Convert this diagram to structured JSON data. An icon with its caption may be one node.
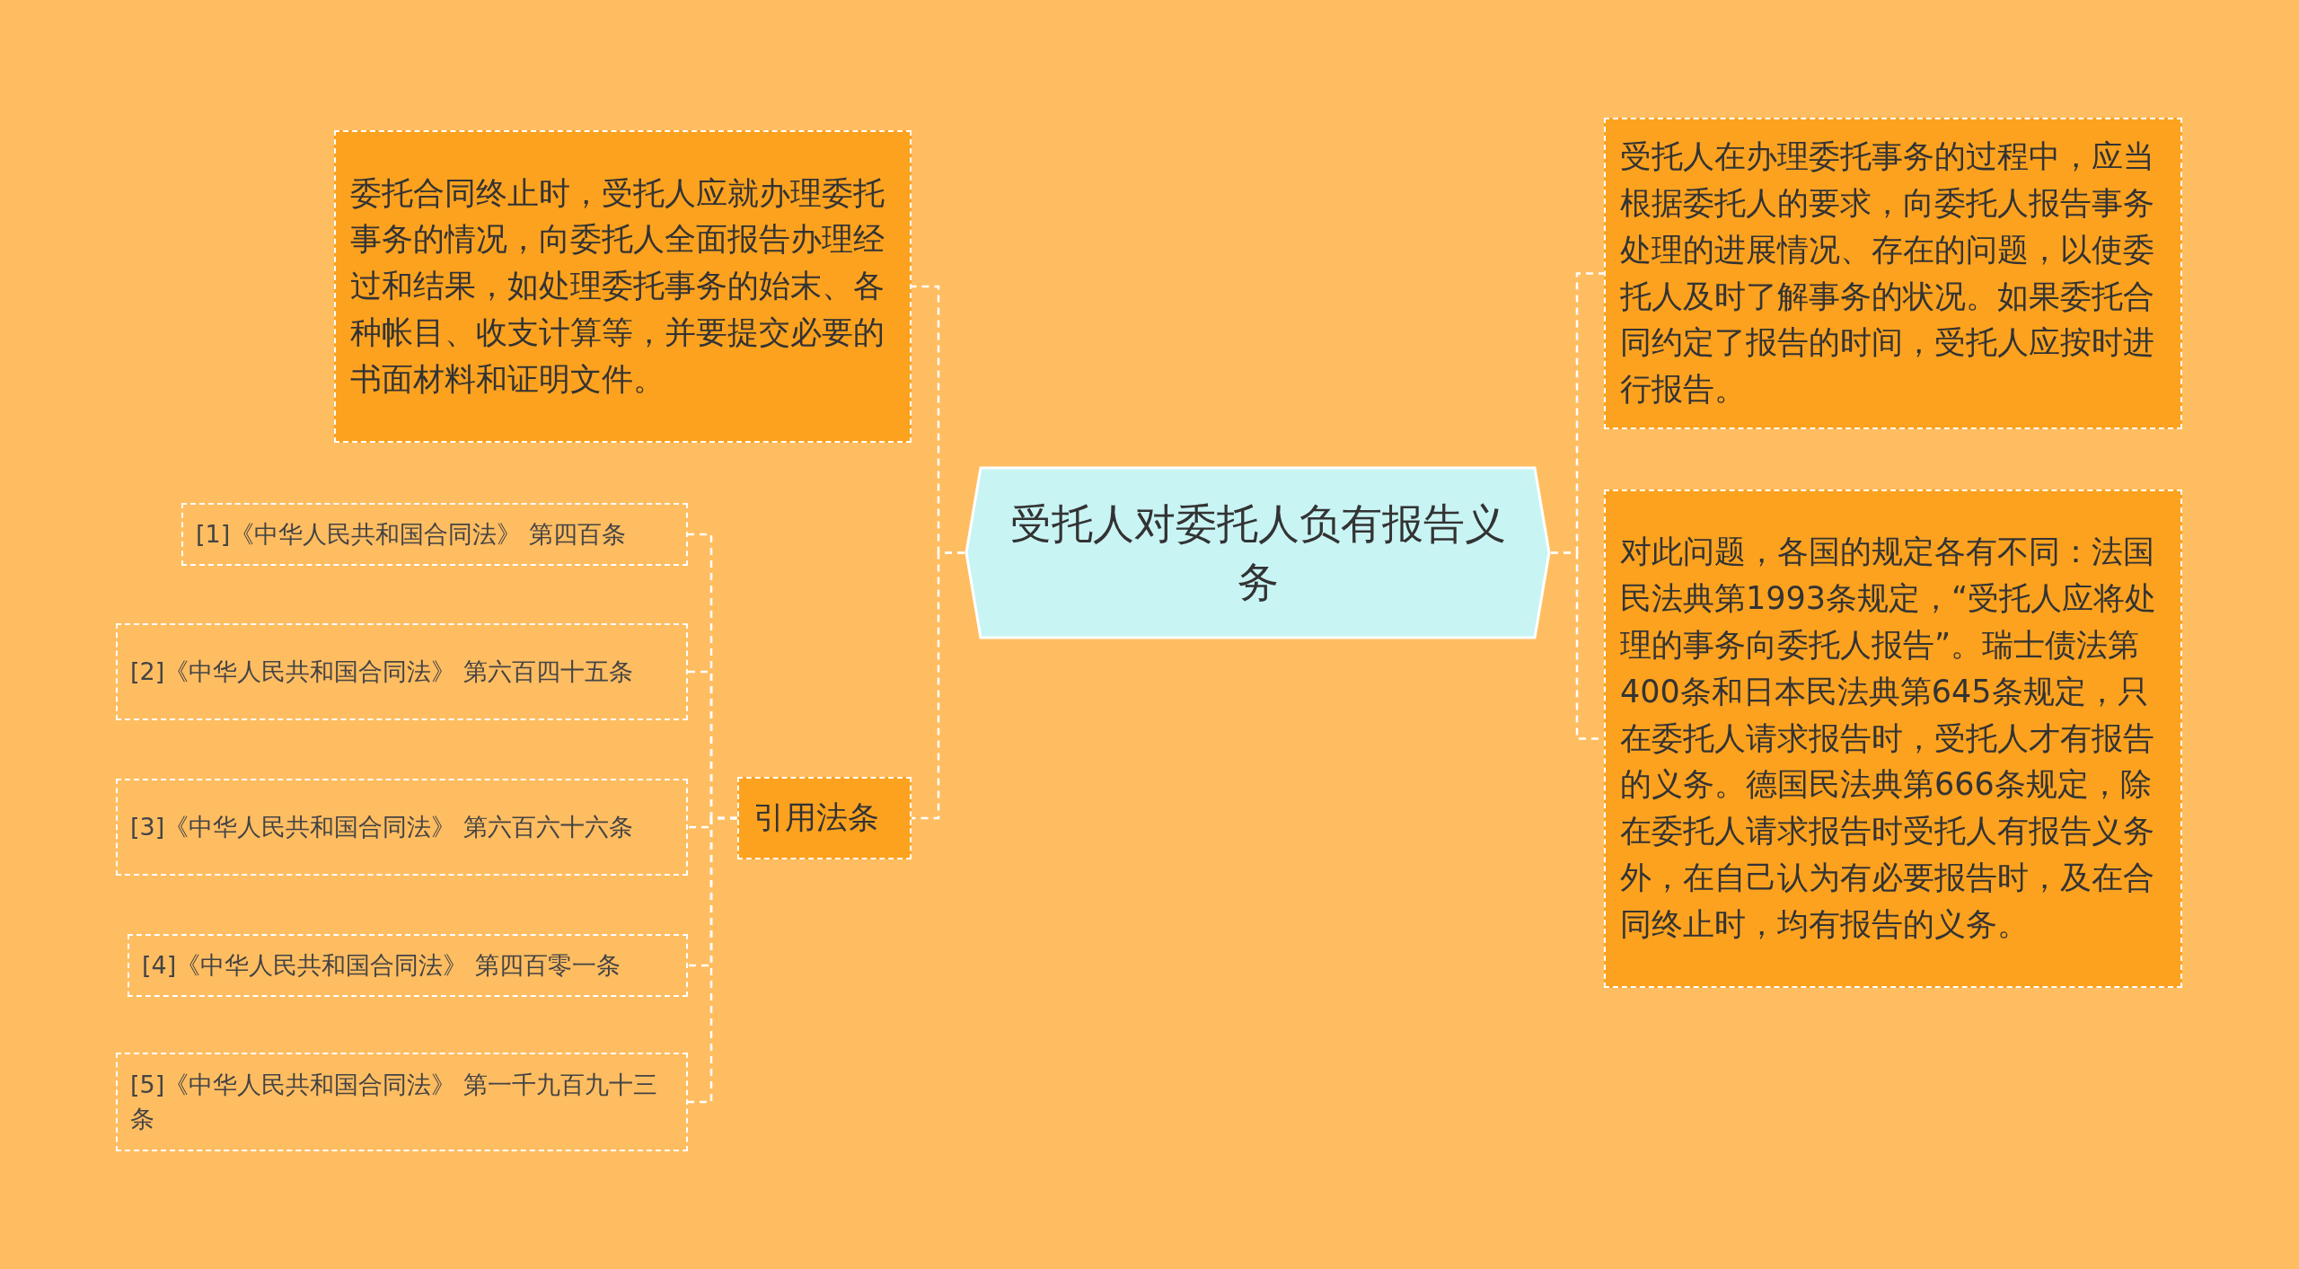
{
  "diagram": {
    "nodes": [
      {
        "text": [
          "受托人对委托人负有报告义务"
        ]
      },
      {
        "text": [
          "委托合同终止时，受托人应就办理委托事务的情况，向委托人全面报告办理经过和结果，如处理委托事务的始末、各种帐目、收支计算等，并要提交必要的书面材料和证明文件。"
        ]
      },
      {
        "text": [
          "引用法条"
        ]
      },
      {
        "text": [
          "[1]《中华人民共和国合同法》 第四百条"
        ]
      },
      {
        "text": [
          "[2]《中华人民共和国合同法》 第六百四十五条"
        ]
      },
      {
        "text": [
          "[3]《中华人民共和国合同法》 第六百六十六条"
        ]
      },
      {
        "text": [
          "[4]《中华人民共和国合同法》 第四百零一条"
        ]
      },
      {
        "text": [
          "[5]《中华人民共和国合同法》 第一千九百九十三条"
        ]
      },
      {
        "text": [
          "受托人在办理委托事务的过程中，应当根据委托人的要求，向委托人报告事务处理的进展情况、存在的问题，以使委托人及时了解事务的状况。如果委托合同约定了报告的时间，受托人应按时进行报告。"
        ]
      },
      {
        "text": [
          "对此问题，各国的规定各有不同：法国民法典第1993条规定，“受托人应将处理的事务向委托人报告”。瑞士债法第400条和日本民法典第645条规定，只在委托人请求报告时，受托人才有报告的义务。德国民法典第666条规定，除在委托人请求报告时受托人有报告义务外，在自己认为有必要报告时，及在合同终止时，均有报告的义务。"
        ]
      }
    ],
    "edges": [
      {
        "from": 0,
        "to": 1,
        "arrow": "none",
        "style": "dashed"
      },
      {
        "from": 0,
        "to": 2,
        "arrow": "none",
        "style": "dashed"
      },
      {
        "from": 2,
        "to": 3,
        "arrow": "none",
        "style": "dashed"
      },
      {
        "from": 2,
        "to": 4,
        "arrow": "none",
        "style": "dashed"
      },
      {
        "from": 2,
        "to": 5,
        "arrow": "none",
        "style": "dashed"
      },
      {
        "from": 2,
        "to": 6,
        "arrow": "none",
        "style": "dashed"
      },
      {
        "from": 2,
        "to": 7,
        "arrow": "none",
        "style": "dashed"
      },
      {
        "from": 0,
        "to": 8,
        "arrow": "none",
        "style": "dashed"
      },
      {
        "from": 0,
        "to": 9,
        "arrow": "none",
        "style": "dashed"
      }
    ]
  }
}
